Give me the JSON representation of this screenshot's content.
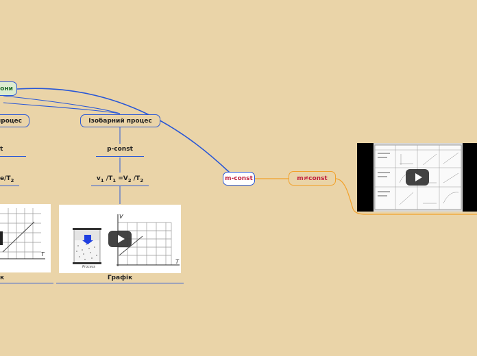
{
  "nodes": {
    "laws_label": "кони",
    "process_left_label": "процес",
    "isobaric_label": "Ізобарний процес",
    "m_const_label": "m-const",
    "m_not_const_label": "m≠const"
  },
  "left_branch": {
    "param_fragment": "t",
    "formula_fragment_a": "e",
    "formula_fragment_b": "/T",
    "formula_fragment_sub": "2",
    "graph_fragment": "к"
  },
  "isobaric": {
    "param": "p-const",
    "formula": {
      "v1": "v",
      "s1": "1",
      "t1": " /T",
      "s2": "1",
      "eq": " =V",
      "s3": "2",
      "t2": " /T",
      "s4": "2"
    },
    "graph_caption": "Графік",
    "graph_axis_v": "V",
    "graph_axis_t": "T",
    "piston_caption": "Process"
  },
  "colors": {
    "background": "#ead4a8",
    "blue_connector": "#2957d6",
    "orange_connector": "#f2a12a",
    "node_text_red": "#c01e3c"
  },
  "icons": [
    "play-icon",
    "video-thumbnail"
  ]
}
